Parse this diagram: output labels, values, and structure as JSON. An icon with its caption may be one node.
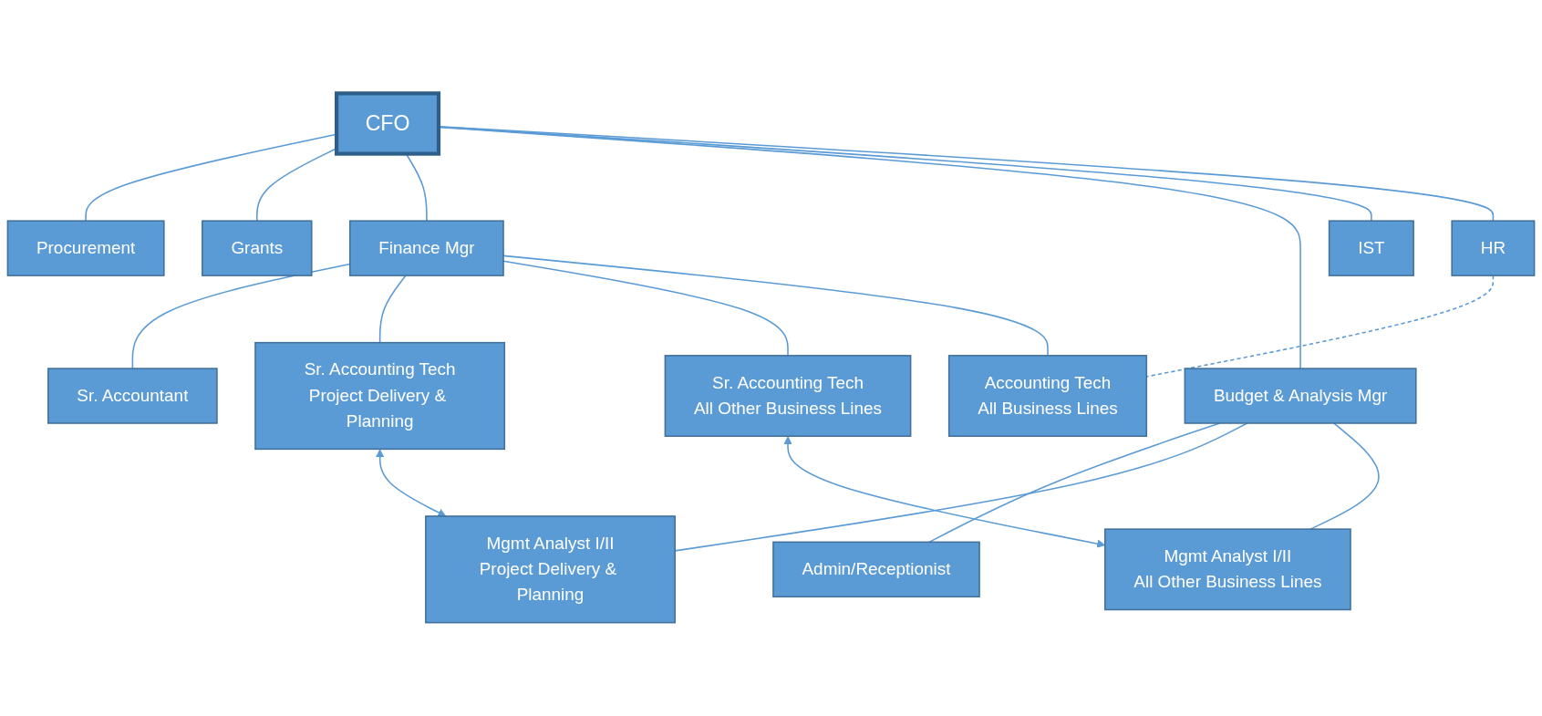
{
  "diagram": {
    "nodes": [
      {
        "text": [
          "CFO"
        ]
      },
      {
        "text": [
          "Procurement"
        ]
      },
      {
        "text": [
          "Grants"
        ]
      },
      {
        "text": [
          "Finance Mgr"
        ]
      },
      {
        "text": [
          "Budget & Analysis Mgr"
        ]
      },
      {
        "text": [
          "IST"
        ]
      },
      {
        "text": [
          "HR"
        ]
      },
      {
        "text": [
          "Sr. Accountant"
        ]
      },
      {
        "text": [
          "Sr. Accounting Tech",
          "Project Delivery & Planning"
        ]
      },
      {
        "text": [
          "Sr. Accounting Tech",
          "All Other Business Lines"
        ]
      },
      {
        "text": [
          "Accounting Tech",
          "All Business Lines"
        ]
      },
      {
        "text": [
          "Admin/Receptionist"
        ]
      },
      {
        "text": [
          "Mgmt Analyst I/II",
          "Project Delivery & Planning"
        ]
      },
      {
        "text": [
          "Mgmt Analyst I/II",
          "All Other Business Lines"
        ]
      }
    ],
    "edges": [
      {
        "from": 0,
        "to": 1,
        "arrow": "none"
      },
      {
        "from": 0,
        "to": 2,
        "arrow": "none"
      },
      {
        "from": 0,
        "to": 3,
        "arrow": "none"
      },
      {
        "from": 0,
        "to": 4,
        "arrow": "none"
      },
      {
        "from": 0,
        "to": 5,
        "arrow": "none"
      },
      {
        "from": 0,
        "to": 6,
        "arrow": "none"
      },
      {
        "from": 3,
        "to": 7,
        "arrow": "none"
      },
      {
        "from": 3,
        "to": 8,
        "arrow": "none"
      },
      {
        "from": 3,
        "to": 9,
        "arrow": "none"
      },
      {
        "from": 3,
        "to": 10,
        "arrow": "none"
      },
      {
        "from": 4,
        "to": 11,
        "arrow": "none"
      },
      {
        "from": 4,
        "to": 12,
        "arrow": "none"
      },
      {
        "from": 4,
        "to": 13,
        "arrow": "none"
      },
      {
        "from": 8,
        "to": 12,
        "arrow": "both"
      },
      {
        "from": 9,
        "to": 13,
        "arrow": "both"
      },
      {
        "from": 6,
        "to": 10,
        "arrow": "none",
        "style": "dashed"
      }
    ]
  }
}
